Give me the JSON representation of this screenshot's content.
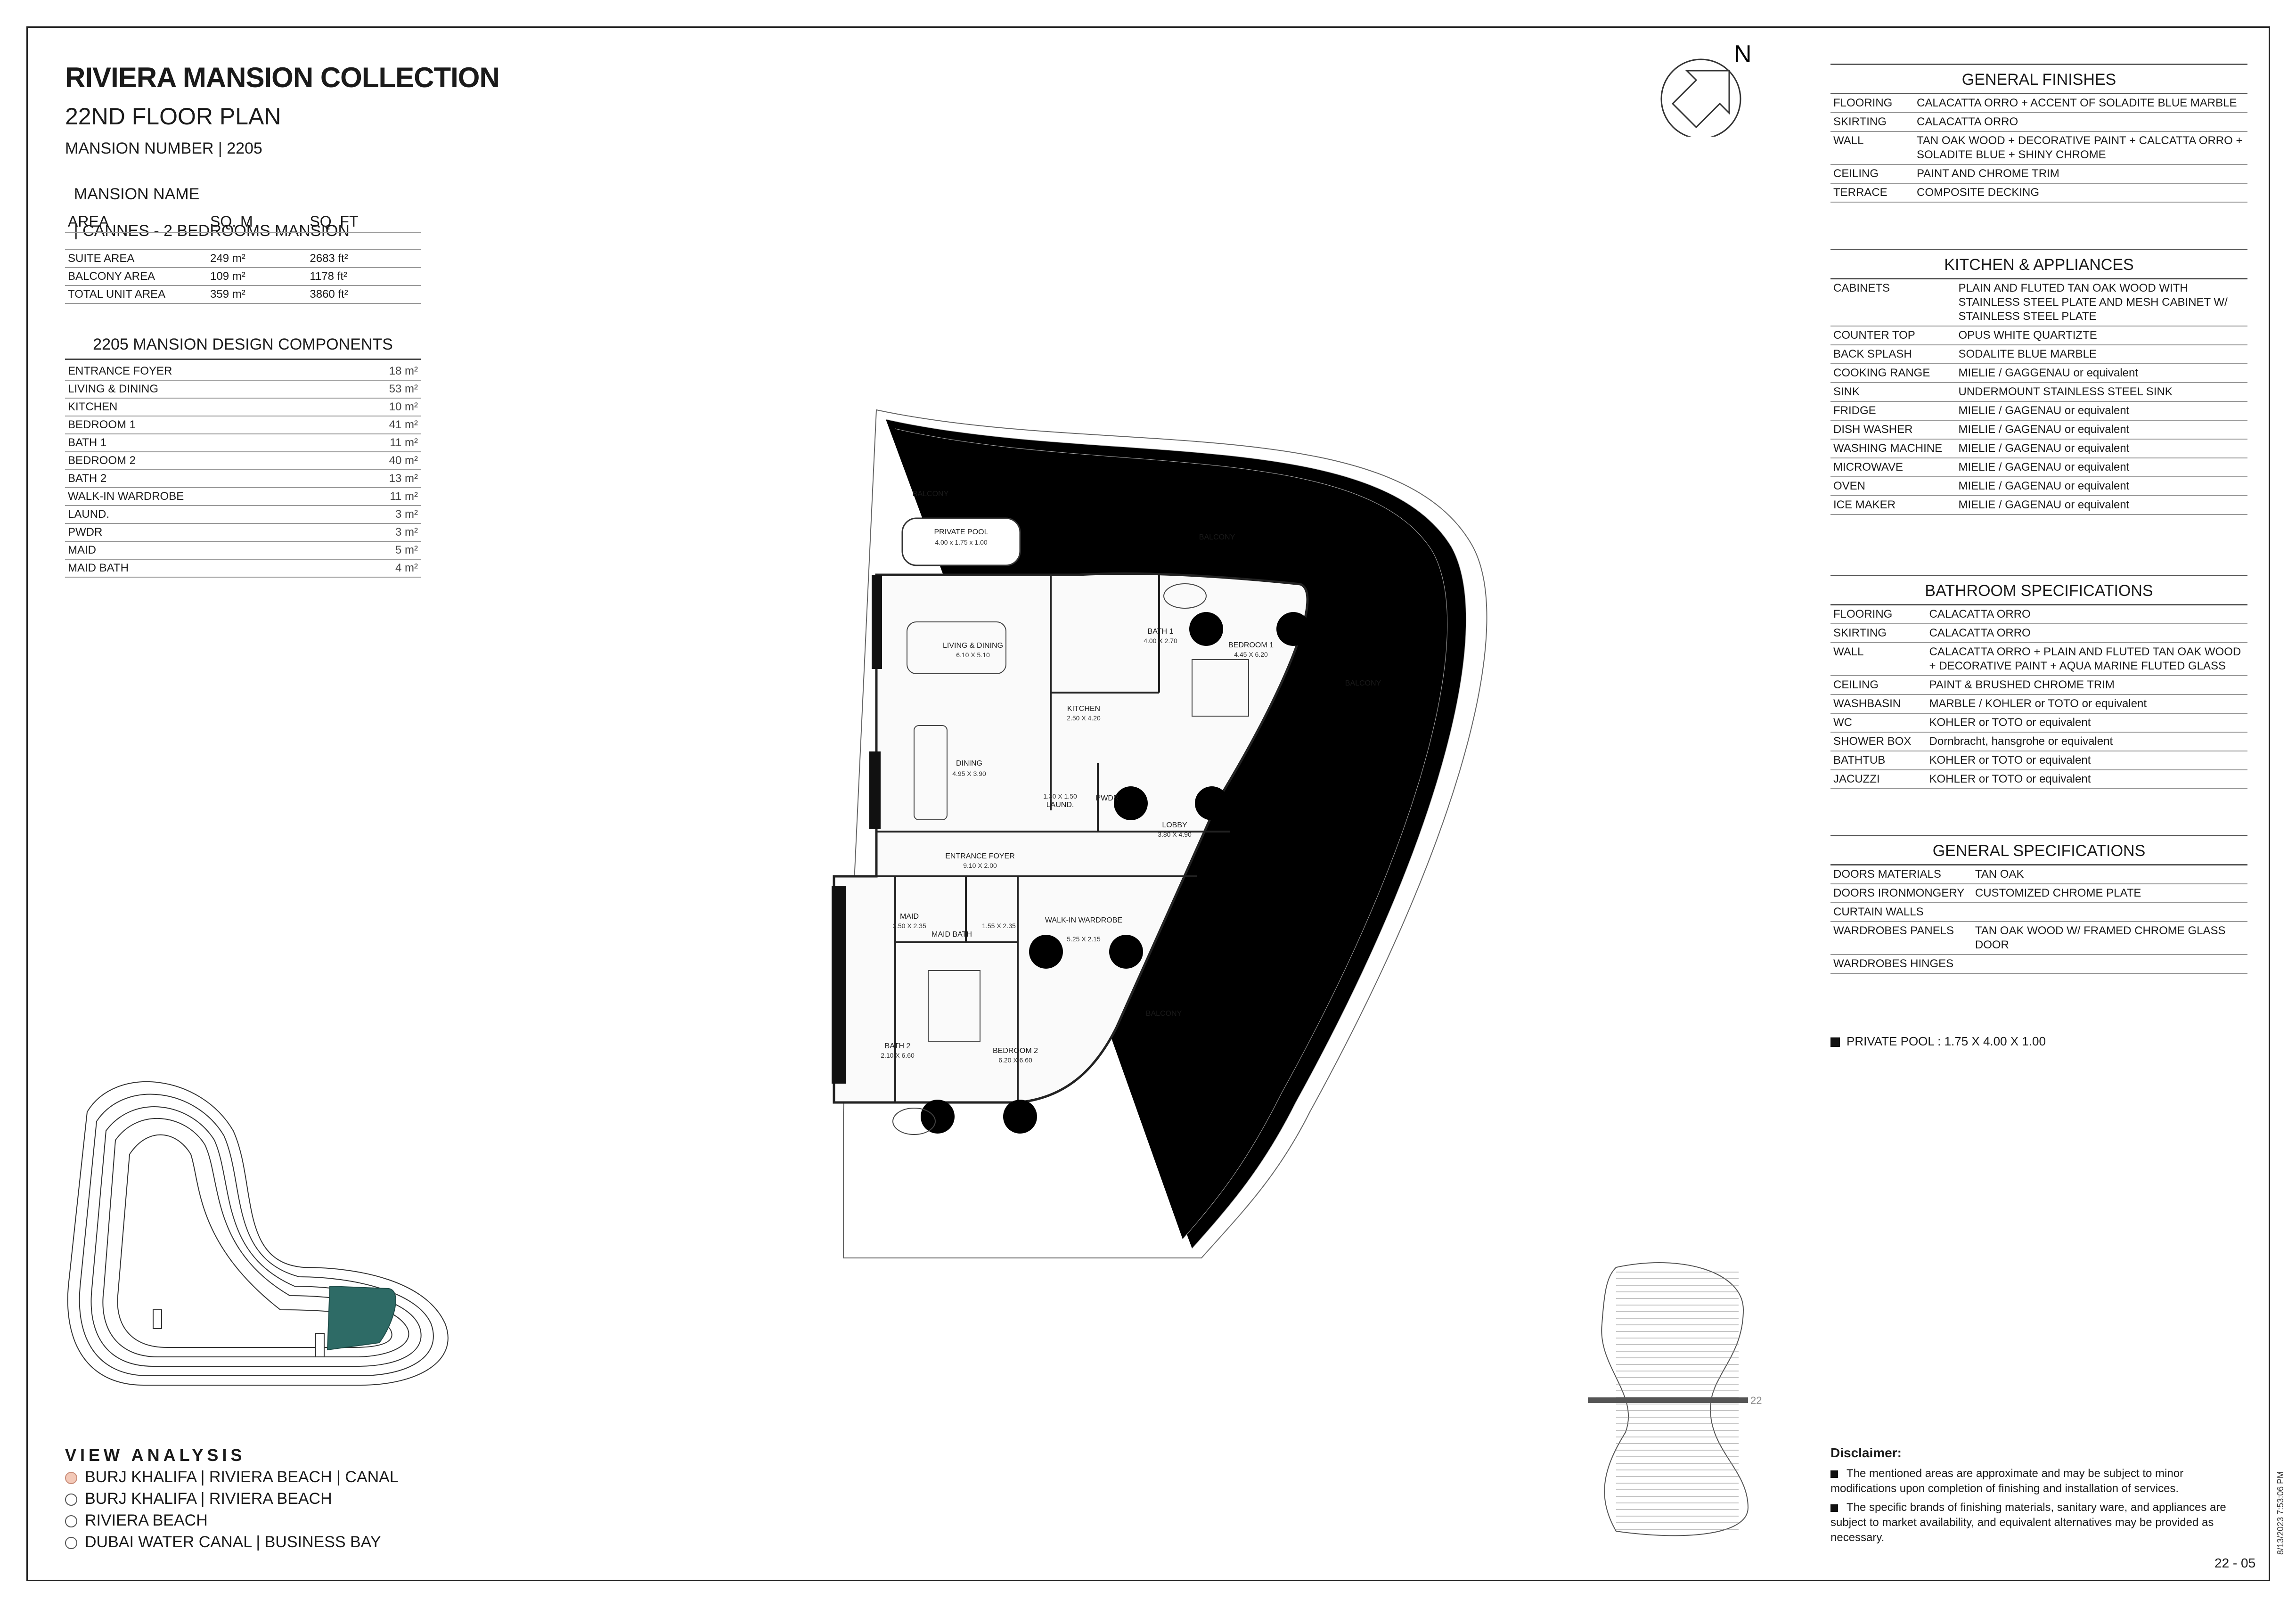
{
  "header": {
    "title": "RIVIERA MANSION COLLECTION",
    "subtitle": "22ND FLOOR PLAN",
    "mansion_number": "MANSION NUMBER | 2205",
    "mansion_name_label": "MANSION NAME",
    "mansion_name_value": "| CANNES - 2 BEDROOMS MANSION"
  },
  "compass": {
    "label": "N"
  },
  "area_table": {
    "headers": [
      "AREA",
      "SQ. M",
      "SQ. FT"
    ],
    "rows": [
      [
        "SUITE AREA",
        "249 m²",
        "2683 ft²"
      ],
      [
        "BALCONY AREA",
        "109 m²",
        "1178 ft²"
      ],
      [
        "TOTAL UNIT AREA",
        "359 m²",
        "3860 ft²"
      ]
    ]
  },
  "components": {
    "heading": "2205 MANSION DESIGN COMPONENTS",
    "rows": [
      [
        "ENTRANCE FOYER",
        "18 m²"
      ],
      [
        "LIVING & DINING",
        "53 m²"
      ],
      [
        "KITCHEN",
        "10 m²"
      ],
      [
        "BEDROOM 1",
        "41 m²"
      ],
      [
        "BATH 1",
        "11 m²"
      ],
      [
        "BEDROOM 2",
        "40 m²"
      ],
      [
        "BATH 2",
        "13 m²"
      ],
      [
        "WALK-IN WARDROBE",
        "11 m²"
      ],
      [
        "LAUND.",
        "3 m²"
      ],
      [
        "PWDR",
        "3 m²"
      ],
      [
        "MAID",
        "5 m²"
      ],
      [
        "MAID BATH",
        "4 m²"
      ]
    ]
  },
  "general_finishes": {
    "heading": "GENERAL FINISHES",
    "rows": [
      [
        "FLOORING",
        "CALACATTA ORRO + ACCENT OF SOLADITE BLUE MARBLE"
      ],
      [
        "SKIRTING",
        "CALACATTA ORRO"
      ],
      [
        "WALL",
        "TAN OAK WOOD + DECORATIVE PAINT + CALCATTA ORRO + SOLADITE BLUE + SHINY CHROME"
      ],
      [
        "CEILING",
        "PAINT AND CHROME TRIM"
      ],
      [
        "TERRACE",
        "COMPOSITE DECKING"
      ]
    ]
  },
  "kitchen": {
    "heading": "KITCHEN & APPLIANCES",
    "rows": [
      [
        "CABINETS",
        "PLAIN AND FLUTED TAN OAK WOOD WITH STAINLESS STEEL PLATE AND MESH CABINET W/ STAINLESS STEEL PLATE"
      ],
      [
        "COUNTER TOP",
        "OPUS WHITE QUARTIZTE"
      ],
      [
        "BACK SPLASH",
        "SODALITE BLUE MARBLE"
      ],
      [
        "COOKING RANGE",
        "MIELIE / GAGGENAU or equivalent"
      ],
      [
        "SINK",
        "UNDERMOUNT STAINLESS STEEL SINK"
      ],
      [
        "FRIDGE",
        "MIELIE / GAGENAU or equivalent"
      ],
      [
        "DISH WASHER",
        "MIELIE / GAGENAU or equivalent"
      ],
      [
        "WASHING MACHINE",
        "MIELIE / GAGENAU or equivalent"
      ],
      [
        "MICROWAVE",
        "MIELIE / GAGENAU or equivalent"
      ],
      [
        "OVEN",
        "MIELIE / GAGENAU or equivalent"
      ],
      [
        "ICE MAKER",
        "MIELIE / GAGENAU or equivalent"
      ]
    ]
  },
  "bathroom": {
    "heading": "BATHROOM SPECIFICATIONS",
    "rows": [
      [
        "FLOORING",
        "CALACATTA ORRO"
      ],
      [
        "SKIRTING",
        "CALACATTA ORRO"
      ],
      [
        "WALL",
        "CALACATTA ORRO + PLAIN AND FLUTED TAN OAK WOOD + DECORATIVE PAINT + AQUA MARINE FLUTED GLASS"
      ],
      [
        "CEILING",
        "PAINT & BRUSHED CHROME TRIM"
      ],
      [
        "WASHBASIN",
        "MARBLE / KOHLER or TOTO or equivalent"
      ],
      [
        "WC",
        "KOHLER or TOTO or equivalent"
      ],
      [
        "SHOWER BOX",
        "Dornbracht, hansgrohe or equivalent"
      ],
      [
        "BATHTUB",
        "KOHLER or TOTO or equivalent"
      ],
      [
        "JACUZZI",
        "KOHLER or TOTO or equivalent"
      ]
    ]
  },
  "general_specs": {
    "heading": "GENERAL SPECIFICATIONS",
    "rows": [
      [
        "DOORS MATERIALS",
        "TAN OAK"
      ],
      [
        "DOORS IRONMONGERY",
        "CUSTOMIZED CHROME PLATE"
      ],
      [
        "CURTAIN WALLS",
        ""
      ],
      [
        "WARDROBES PANELS",
        "TAN OAK WOOD W/ FRAMED CHROME GLASS DOOR"
      ],
      [
        "WARDROBES HINGES",
        ""
      ]
    ]
  },
  "pool_note": "PRIVATE POOL : 1.75 X 4.00 X 1.00",
  "view_analysis": {
    "heading": "VIEW ANALYSIS",
    "items": [
      {
        "label": "BURJ KHALIFA | RIVIERA BEACH | CANAL",
        "selected": true
      },
      {
        "label": "BURJ KHALIFA | RIVIERA BEACH",
        "selected": false
      },
      {
        "label": "RIVIERA BEACH",
        "selected": false
      },
      {
        "label": "DUBAI WATER CANAL | BUSINESS BAY",
        "selected": false
      }
    ],
    "selected_color": "#f3c9b8"
  },
  "floor_marker": "22",
  "disclaimer": {
    "heading": "Disclaimer:",
    "items": [
      "The mentioned areas are approximate and may be subject to minor modifications upon completion of finishing and installation of services.",
      "The specific brands of finishing materials, sanitary ware, and appliances are subject to market availability, and equivalent alternatives may be provided as necessary."
    ]
  },
  "page_number": "22 - 05",
  "date_stamp": "8/13/2023 7:53:06 PM",
  "key_plan_color": "#2e6b66",
  "plan": {
    "labels": {
      "balcony": "BALCONY",
      "private_pool": "PRIVATE POOL",
      "pool_dim": "4.00 x 1.75 x 1.00",
      "living": "LIVING & DINING",
      "living_dim": "6.10 X 5.10",
      "dining": "DINING",
      "dining_dim": "4.95 X 3.90",
      "kitchen": "KITCHEN",
      "kitchen_dim": "2.50 X 4.20",
      "bath1": "BATH 1",
      "bath1_dim": "4.00 X 2.70",
      "bedroom1": "BEDROOM 1",
      "bedroom1_dim": "4.45 X 6.20",
      "laund": "LAUND.",
      "laund_dim": "1.30 X 1.50",
      "pwdr": "PWDR",
      "lobby": "LOBBY",
      "lobby_dim": "3.80 X 4.90",
      "foyer": "ENTRANCE FOYER",
      "foyer_dim": "9.10 X 2.00",
      "maid": "MAID",
      "maid_dim": "2.50 X 2.35",
      "maid_bath": "MAID BATH",
      "maid_bath_dim": "1.55 X 2.35",
      "walkin": "WALK-IN WARDROBE",
      "walkin_dim": "5.25 X 2.15",
      "bath2": "BATH 2",
      "bath2_dim": "2.10 X 6.60",
      "bedroom2": "BEDROOM 2",
      "bedroom2_dim": "6.20 X 6.60"
    }
  }
}
